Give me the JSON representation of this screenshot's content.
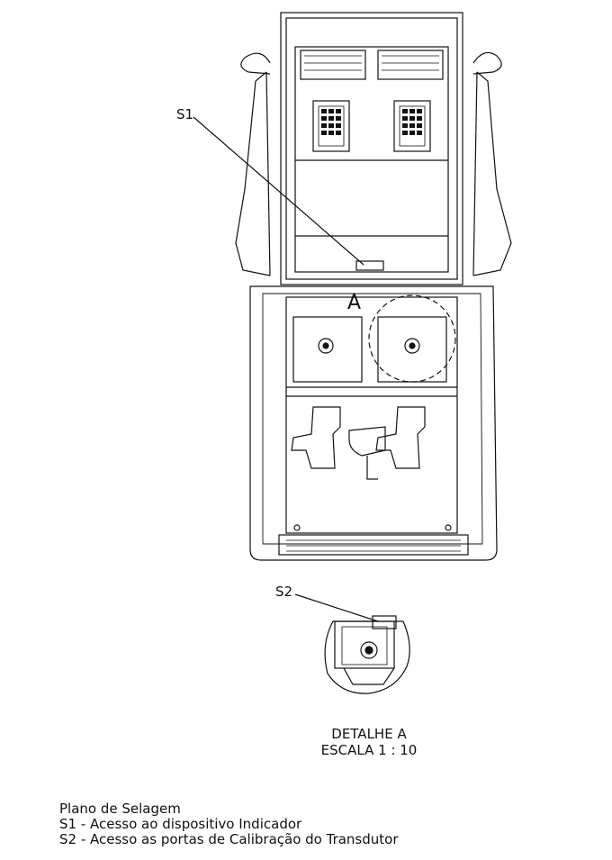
{
  "labels": {
    "s1": "S1",
    "s2": "S2",
    "detail_marker": "A"
  },
  "detail_caption": {
    "line1": "DETALHE A",
    "line2": "ESCALA 1 : 10"
  },
  "legend": {
    "title": "Plano de Selagem",
    "items": [
      "S1 - Acesso ao dispositivo Indicador",
      "S2 - Acesso as portas de Calibração do Transdutor"
    ]
  }
}
